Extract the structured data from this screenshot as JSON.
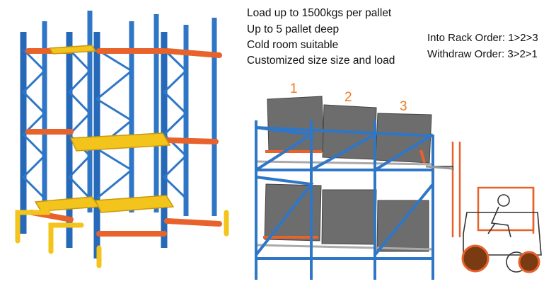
{
  "features": [
    "Load up to 1500kgs per pallet",
    "Up to 5 pallet deep",
    "Cold room suitable",
    "Customized size size and load"
  ],
  "orders": {
    "into": "Into Rack Order: 1>2>3",
    "withdraw": "Withdraw Order: 3>2>1"
  },
  "pallet_labels": [
    "1",
    "2",
    "3"
  ],
  "colors": {
    "upright_blue": "#2f77c6",
    "beam_orange": "#e8622c",
    "cart_yellow": "#f2c41c",
    "pallet_gray": "#6d6d6d",
    "label_orange": "#ef7a22"
  }
}
